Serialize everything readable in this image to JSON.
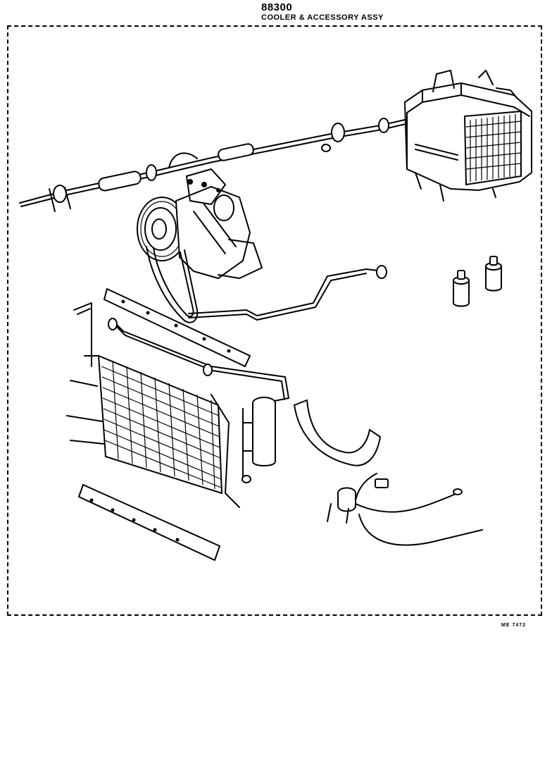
{
  "header": {
    "part_number": "88300",
    "title": "COOLER & ACCESSORY ASSY"
  },
  "footer": {
    "figure_ref": "ME 7472"
  }
}
